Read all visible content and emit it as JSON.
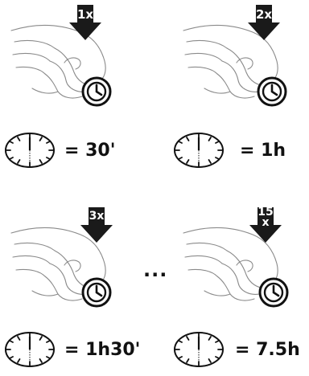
{
  "steps": [
    {
      "press_count": "1x",
      "equation": "= 30'"
    },
    {
      "press_count": "2x",
      "equation": "= 1h"
    },
    {
      "press_count": "3x",
      "equation": "= 1h30'"
    },
    {
      "press_count": "15\nx",
      "equation": "= 7.5h"
    }
  ],
  "ellipsis": "...",
  "icons": {
    "hand": "hand-pressing-icon",
    "arrow": "down-arrow-icon",
    "timer_button": "timer-button-icon",
    "clock": "clock-face-icon"
  },
  "colors": {
    "ink": "#111111",
    "arrow": "#1a1a1a",
    "sketch": "#9a9a9a"
  }
}
